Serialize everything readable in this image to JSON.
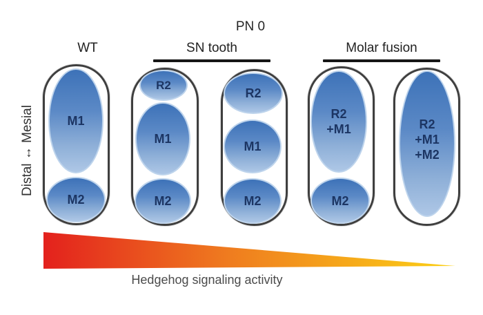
{
  "title": "PN 0",
  "axis_label": "Distal ↔ Mesial",
  "groups": {
    "wt": "WT",
    "sn_tooth": "SN tooth",
    "molar_fusion": "Molar fusion"
  },
  "capsules": [
    {
      "id": "wt",
      "lobes": [
        {
          "label": "M1"
        },
        {
          "label": "M2"
        }
      ]
    },
    {
      "id": "sn-tooth-a",
      "lobes": [
        {
          "label": "R2"
        },
        {
          "label": "M1"
        },
        {
          "label": "M2"
        }
      ]
    },
    {
      "id": "sn-tooth-b",
      "lobes": [
        {
          "label": "R2"
        },
        {
          "label": "M1"
        },
        {
          "label": "M2"
        }
      ]
    },
    {
      "id": "molar-fusion-a",
      "lobes": [
        {
          "label": "R2\n+M1"
        },
        {
          "label": "M2"
        }
      ]
    },
    {
      "id": "molar-fusion-b",
      "lobes": [
        {
          "label": "R2\n+M1\n+M2"
        }
      ]
    }
  ],
  "gradient": {
    "label": "Hedgehog signaling activity",
    "start_color": "#e3211d",
    "mid_color": "#ef7c1f",
    "end_color": "#fcd116"
  },
  "colors": {
    "lobe_fill_top": "#3d72b8",
    "lobe_fill_bottom": "#aec7e6",
    "lobe_text": "#1c3563",
    "capsule_border": "#3f3f3f"
  }
}
